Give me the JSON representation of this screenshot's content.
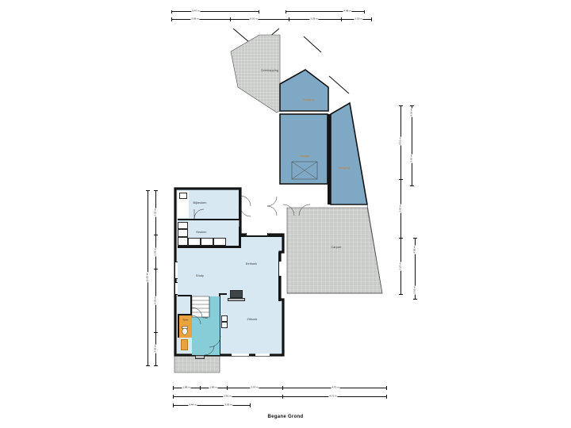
{
  "title": "Begane Grond",
  "colors": {
    "room_light": "#d8e8f2",
    "room_blue": "#7fa8c4",
    "paving_gray": "#c9cbc9",
    "hall_teal": "#86cdd8",
    "toilet_orange": "#e8a33d",
    "wall_black": "#141414",
    "label_orange": "#d07a1e",
    "background": "#ffffff"
  },
  "rooms": [
    {
      "id": "bijkeuken",
      "label": "Bijkeuken"
    },
    {
      "id": "keuken",
      "label": "Keuken"
    },
    {
      "id": "study",
      "label": "Study"
    },
    {
      "id": "eethoek",
      "label": "Eethoek"
    },
    {
      "id": "zithoek",
      "label": "Zithoek"
    },
    {
      "id": "hal",
      "label": "Hal"
    },
    {
      "id": "toilet",
      "label": "Toilet"
    },
    {
      "id": "garage",
      "label": "Garage"
    },
    {
      "id": "berging_1",
      "label": "Berging"
    },
    {
      "id": "berging_2",
      "label": "Berging"
    },
    {
      "id": "carport",
      "label": "Carport"
    },
    {
      "id": "oprit",
      "label": "Overkapping"
    }
  ],
  "dimensions": {
    "top_outer": [
      {
        "value": "5.47 m"
      },
      {
        "value": "4.48 m"
      }
    ],
    "top_inner": [
      {
        "value": "3.56 m"
      },
      {
        "value": "8.01 m"
      },
      {
        "value": "3.28 m"
      },
      {
        "value": "2.19 m"
      }
    ],
    "left_outer": [
      {
        "value": "11.60 m"
      }
    ],
    "left_inner": [
      {
        "value": "3.02 m"
      },
      {
        "value": "2.28 m"
      },
      {
        "value": "4.28 m"
      },
      {
        "value": "2.02 m"
      }
    ],
    "right_inner": [
      {
        "value": "4.61 m"
      },
      {
        "value": "3.92 m"
      },
      {
        "value": "2.24 m"
      }
    ],
    "right_outer": [
      {
        "value": "5.18 m"
      },
      {
        "value": "3.52 m"
      },
      {
        "value": "4.05 m"
      },
      {
        "value": "2.81 m"
      }
    ],
    "bottom_inner": [
      {
        "value": "1.88 m"
      },
      {
        "value": "1.89 m"
      },
      {
        "value": "3.97 m"
      },
      {
        "value": "4.70 m"
      }
    ],
    "bottom_mid": [
      {
        "value": "3.91 m"
      },
      {
        "value": "4.71 m"
      }
    ],
    "bottom_outer": [
      {
        "value": "9.44 m"
      }
    ],
    "bottom_last": [
      {
        "value": "3.93 m"
      }
    ]
  }
}
